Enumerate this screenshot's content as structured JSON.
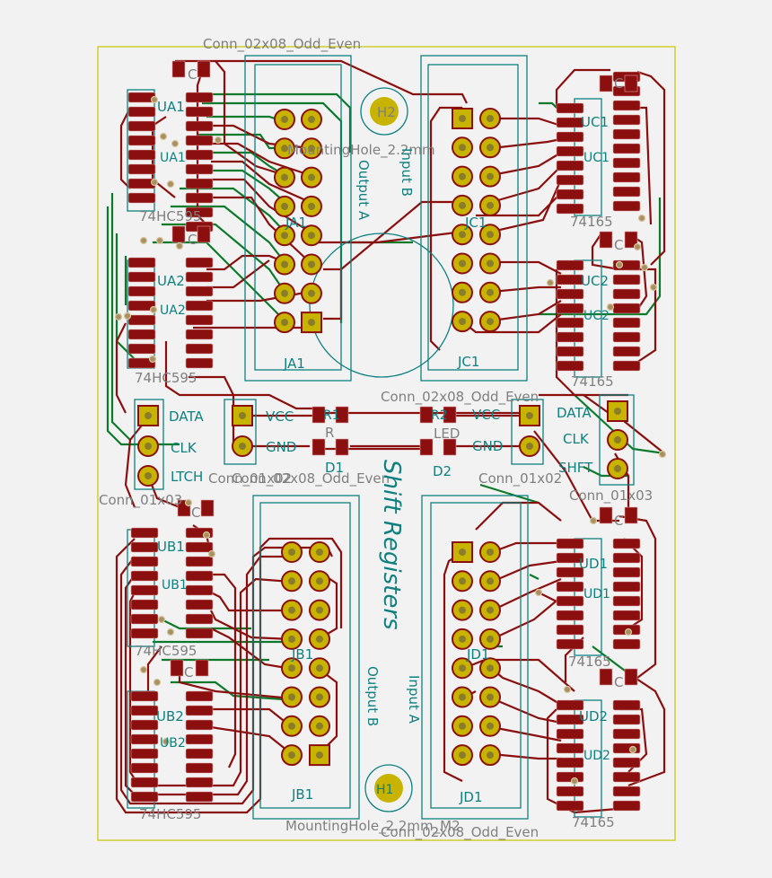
{
  "board": {
    "title": "Shift Registers",
    "edge_color": "#c8c800",
    "copper_color": "#8b0f0f",
    "bottom_copper_color": "#0c7a2a",
    "pad_color": "#c8b400",
    "fab_color": "#0f8080"
  },
  "connectors": {
    "ja_top_value": "Conn_02x08_Odd_Even",
    "ja_ref": "JA1",
    "ja_fab_ref": "JA1",
    "ja_label": "Output A",
    "jc_value": "Conn_02x08_Odd_Even",
    "jc_ref": "JC1",
    "jc_fab_ref": "JC1",
    "jc_label": "Input B",
    "jb_value": "Conn_02x08_Odd_Even",
    "jb_ref": "JB1",
    "jb_fab_ref": "JB1",
    "jb_label": "Output B",
    "jd_value": "Conn_02x08_Odd_Even",
    "jd_ref": "JD1",
    "jd_fab_ref": "JD1",
    "jd_label": "Input A"
  },
  "mounting_holes": {
    "h2_ref": "H2",
    "h2_value": "MountingHole_2.2mm",
    "h1_ref": "H1",
    "h1_value": "MountingHole_2.2mm_M2"
  },
  "ics": {
    "ua1_ref": "UA1",
    "ua1_fab": "UA1",
    "ua1_value": "74HC595",
    "ua2_ref": "UA2",
    "ua2_fab": "UA2",
    "ua2_value": "74HC595",
    "ub1_ref": "UB1",
    "ub1_fab": "UB1",
    "ub1_value": "74HC595",
    "ub2_ref": "UB2",
    "ub2_fab": "UB2",
    "ub2_value": "74HC595",
    "uc1_ref": "UC1",
    "uc1_fab": "UC1",
    "uc1_value": "74165",
    "uc2_ref": "UC2",
    "uc2_fab": "UC2",
    "uc2_value": "74165",
    "ud1_ref": "UD1",
    "ud1_fab": "UD1",
    "ud1_value": "74165",
    "ud2_ref": "UD2",
    "ud2_fab": "UD2",
    "ud2_value": "74165"
  },
  "power_left": {
    "vcc": "VCC",
    "gnd": "GND",
    "value": "Conn_01x02"
  },
  "power_right": {
    "vcc": "VCC",
    "gnd": "GND",
    "value": "Conn_01x02"
  },
  "control_left": {
    "data": "DATA",
    "clk": "CLK",
    "ltch": "LTCH",
    "value": "Conn_01x03"
  },
  "control_right": {
    "data": "DATA",
    "clk": "CLK",
    "shft": "SHFT",
    "value": "Conn_01x03"
  },
  "leds": {
    "r1": "R1",
    "r2": "R2",
    "d1": "D1",
    "d2": "D2",
    "led_label": "LED",
    "r_label": "R"
  },
  "caps": {
    "c": "C"
  }
}
